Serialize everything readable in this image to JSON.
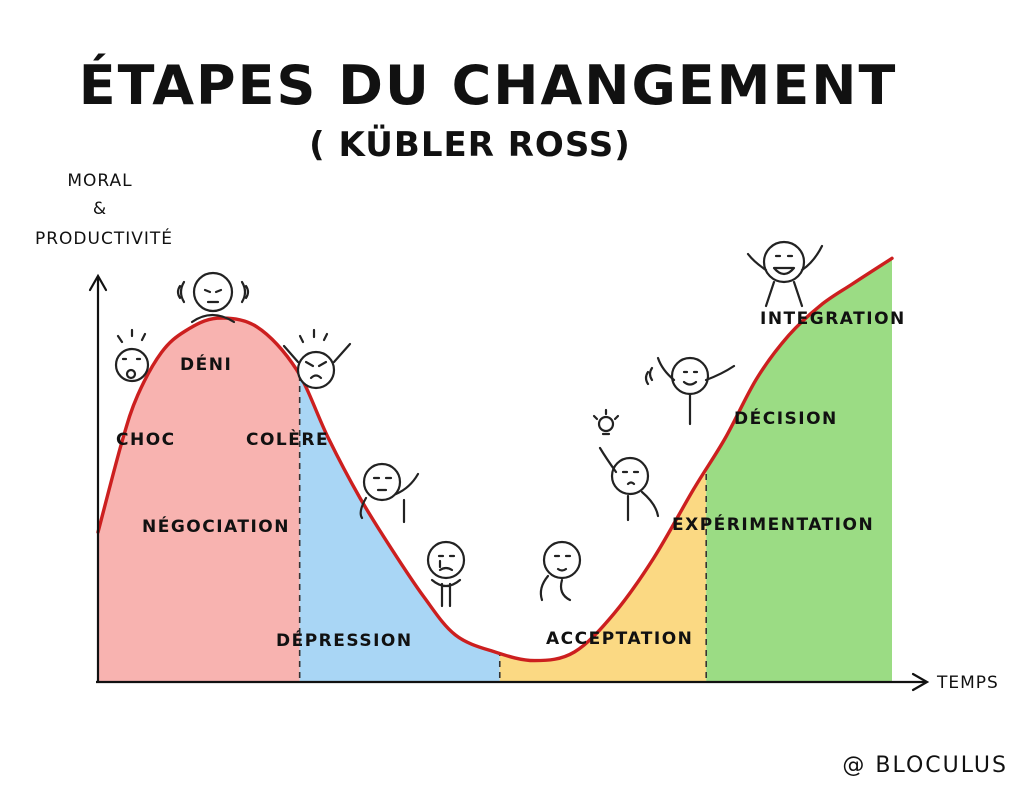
{
  "title": "ÉTAPES DU CHANGEMENT",
  "subtitle": "( KÜBLER ROSS)",
  "credit": "@ BLOCULUS",
  "colors": {
    "curve": "#cc1f1f",
    "phase1": "#f8b3b0",
    "phase2": "#a9d6f5",
    "phase3": "#fbd983",
    "phase4": "#9bdc84",
    "axis": "#111111"
  },
  "chart_data": {
    "type": "line",
    "title": "ÉTAPES DU CHANGEMENT",
    "subtitle": "( KÜBLER ROSS)",
    "xlabel": "TEMPS",
    "ylabel_lines": [
      "MORAL",
      "&",
      "PRODUCTIVITÉ"
    ],
    "xlim": [
      0,
      100
    ],
    "ylim": [
      0,
      100
    ],
    "grid": false,
    "series": [
      {
        "x": [
          0,
          3,
          5,
          8,
          11,
          15,
          20,
          25,
          29,
          33,
          37,
          41,
          45,
          50,
          55,
          60,
          65,
          70,
          75,
          79,
          83,
          87,
          91,
          95,
          100
        ],
        "y": [
          35,
          56,
          67,
          77,
          82,
          85,
          83,
          73,
          57,
          43,
          31,
          20,
          11,
          7,
          5,
          7,
          16,
          29,
          45,
          57,
          71,
          81,
          88,
          93,
          99
        ]
      }
    ],
    "phases": [
      {
        "x_start": 0,
        "x_end": 25.4,
        "color": "#f8b3b0"
      },
      {
        "x_start": 25.4,
        "x_end": 50.6,
        "color": "#a9d6f5"
      },
      {
        "x_start": 50.6,
        "x_end": 76.6,
        "color": "#fbd983"
      },
      {
        "x_start": 76.6,
        "x_end": 100,
        "color": "#9bdc84"
      }
    ],
    "stages": [
      {
        "label": "CHOC",
        "x": 3,
        "y": 56
      },
      {
        "label": "DÉNI",
        "x": 14,
        "y": 85
      },
      {
        "label": "COLÈRE",
        "x": 25,
        "y": 73
      },
      {
        "label": "NÉGOCIATION",
        "x": 17,
        "y": 44
      },
      {
        "label": "DÉPRESSION",
        "x": 36,
        "y": 5
      },
      {
        "label": "ACCEPTATION",
        "x": 64,
        "y": 5
      },
      {
        "label": "EXPÉRIMENTATION",
        "x": 90,
        "y": 42
      },
      {
        "label": "DÉCISION",
        "x": 87,
        "y": 68
      },
      {
        "label": "INTEGRATION",
        "x": 92,
        "y": 90
      }
    ]
  }
}
